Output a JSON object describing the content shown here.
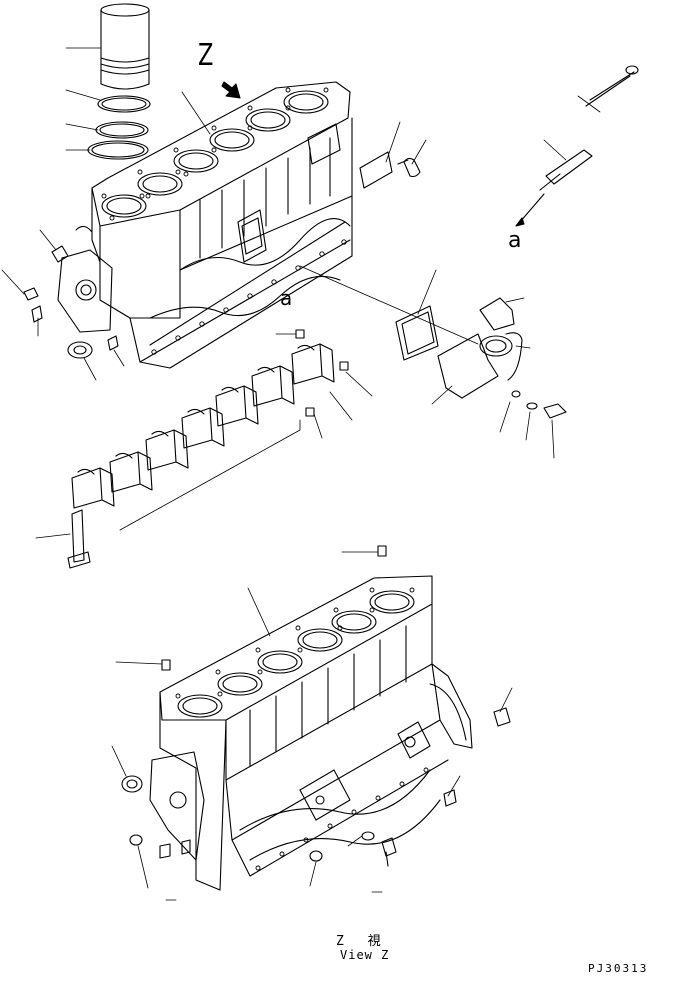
{
  "diagram": {
    "labels": {
      "view_marker": "Z",
      "detail_a_right": "a",
      "detail_a_mid": "a"
    },
    "caption": {
      "view_cjk": "Z 視",
      "view_en": "View Z"
    },
    "drawing_code": "PJ30313"
  }
}
